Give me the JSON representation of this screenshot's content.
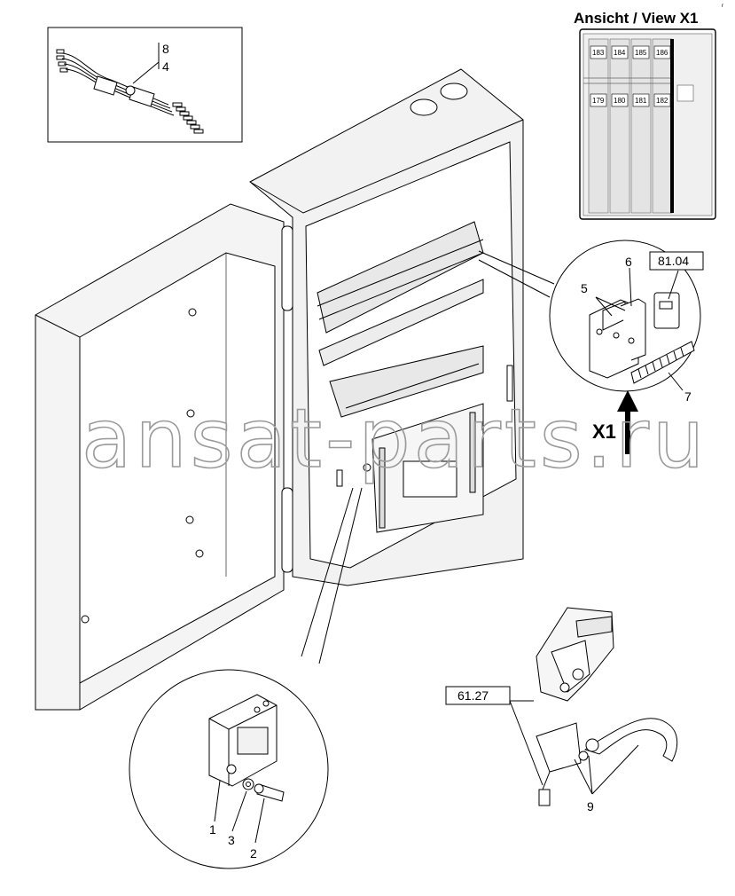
{
  "view": {
    "title": "Ansicht / View X1",
    "modules_top": [
      "183",
      "184",
      "185",
      "186"
    ],
    "modules_bottom": [
      "179",
      "180",
      "181",
      "182"
    ]
  },
  "cable_callout": {
    "top": "8",
    "bottom": "4"
  },
  "references": {
    "ref_a": "81.04",
    "ref_b": "61.27"
  },
  "x1_label": "X1",
  "callouts": {
    "c1": "1",
    "c2": "2",
    "c3": "3",
    "c5": "5",
    "c6": "6",
    "c7": "7",
    "c9": "9"
  },
  "watermark": "ansat-parts.ru",
  "corner_mark": "r"
}
